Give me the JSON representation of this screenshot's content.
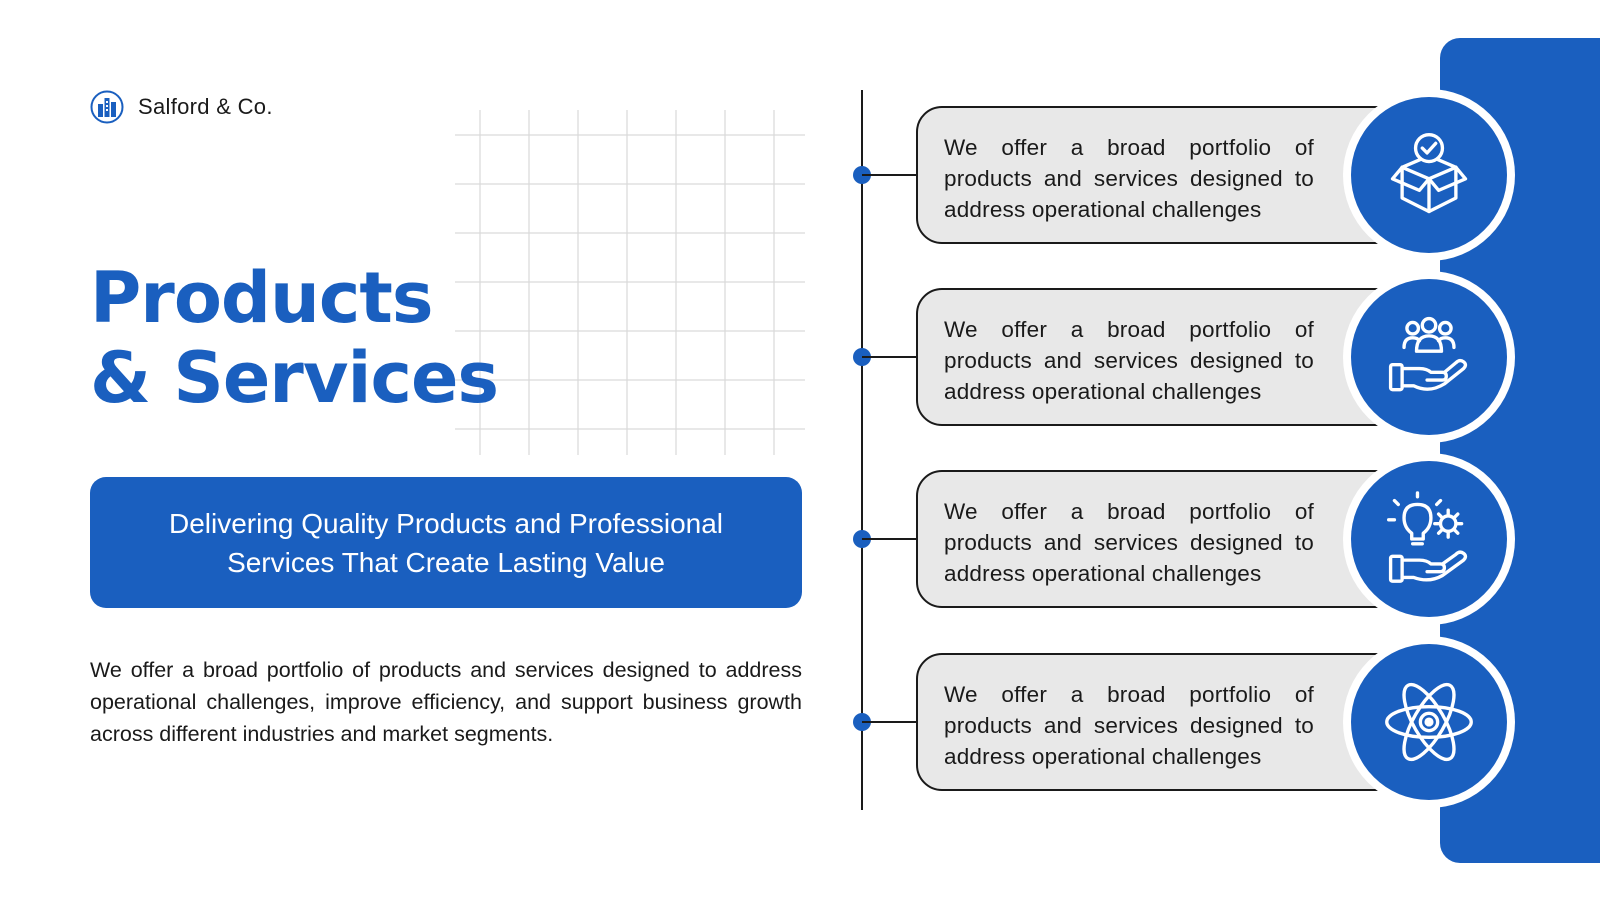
{
  "brand": {
    "name": "Salford & Co.",
    "logo_icon": "building-logo-icon"
  },
  "title": {
    "line1": "Products",
    "line2": "& Services"
  },
  "subtitle": "Delivering Quality Products and Professional Services That Create Lasting Value",
  "description": "We offer a broad portfolio of products and services designed to address operational challenges, improve efficiency, and support business growth across different industries and market segments.",
  "items": [
    {
      "text": "We offer a broad portfolio of products and services designed to address operational challenges",
      "icon": "product-box-check-icon"
    },
    {
      "text": "We offer a broad portfolio of products and services designed to address operational challenges",
      "icon": "team-hand-icon"
    },
    {
      "text": "We offer a broad portfolio of products and services designed to address operational challenges",
      "icon": "idea-gear-hand-icon"
    },
    {
      "text": "We offer a broad portfolio of products and services designed to address operational challenges",
      "icon": "atom-icon"
    }
  ],
  "colors": {
    "accent": "#1a5fbf",
    "card_bg": "#e8e8e8",
    "text": "#1a1a1a"
  }
}
